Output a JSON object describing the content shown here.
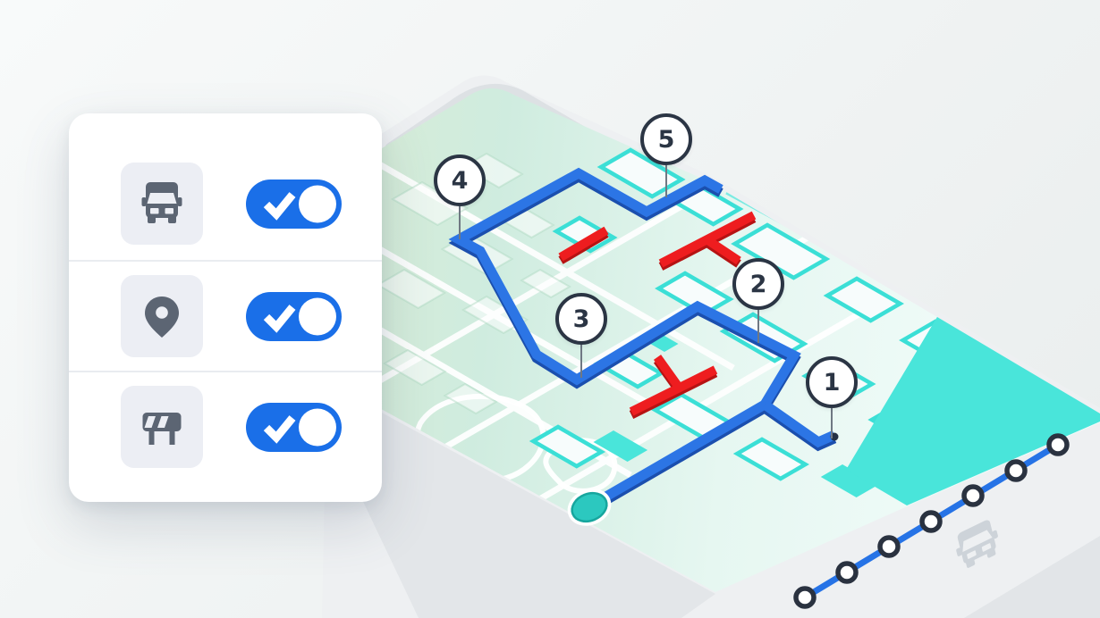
{
  "panel": {
    "toggles": [
      {
        "id": "truck-access",
        "icon": "truck-icon",
        "checked": true
      },
      {
        "id": "locations",
        "icon": "location-pin-icon",
        "checked": true
      },
      {
        "id": "roadblocks",
        "icon": "road-barrier-icon",
        "checked": true
      }
    ]
  },
  "map": {
    "markers": [
      {
        "label": "1"
      },
      {
        "label": "2"
      },
      {
        "label": "3"
      },
      {
        "label": "4"
      },
      {
        "label": "5"
      }
    ],
    "blocked_segment_count": 3,
    "has_start_dot": true
  },
  "timeline": {
    "stop_count": 7
  },
  "colors": {
    "route_blue": "#2c75e5",
    "route_blue_shadow": "#1b4fae",
    "blocked_red": "#ee1d1f",
    "blocked_red_shadow": "#b61313",
    "map_teal": "#3bdfd6",
    "map_teal_fill": "#49e5da",
    "toggle_blue": "#1a6fe8",
    "marker_outline": "#2b3544",
    "start_dot": "#2cc8bf"
  }
}
